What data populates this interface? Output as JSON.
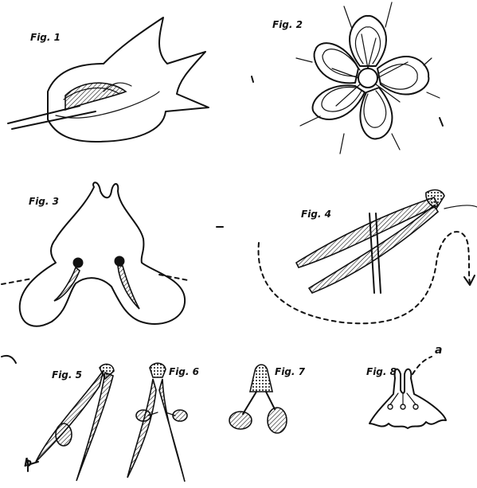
{
  "plate": {
    "figures": [
      {
        "id": "fig1",
        "label": "Fig. 1",
        "icon": "bell-flower-section-icon"
      },
      {
        "id": "fig2",
        "label": "Fig. 2",
        "icon": "five-petal-flower-icon"
      },
      {
        "id": "fig3",
        "label": "Fig. 3",
        "icon": "lipped-corolla-icon"
      },
      {
        "id": "fig4",
        "label": "Fig. 4",
        "icon": "bent-stamen-icon"
      },
      {
        "id": "fig5",
        "label": "Fig. 5",
        "icon": "stamen-pair-icon"
      },
      {
        "id": "fig6",
        "label": "Fig. 6",
        "icon": "stamen-pair-open-icon"
      },
      {
        "id": "fig7",
        "label": "Fig. 7",
        "icon": "pollinia-icon"
      },
      {
        "id": "fig8",
        "label": "Fig. 8",
        "icon": "rostellum-icon"
      }
    ],
    "annotations": {
      "fig5_letter": "b",
      "fig8_letter": "a"
    }
  }
}
